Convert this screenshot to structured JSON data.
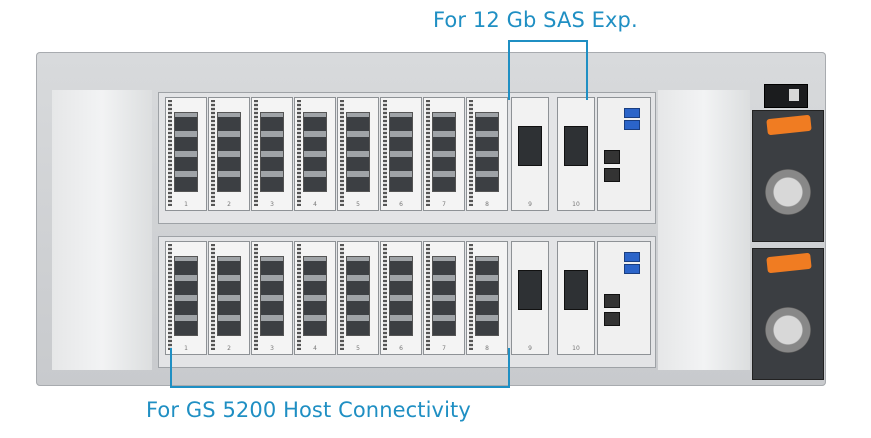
{
  "labels": {
    "top": "For 12 Gb SAS Exp.",
    "bottom": "For GS 5200 Host Connectivity"
  },
  "colors": {
    "callout": "#1f8fc3",
    "psu_lever": "#f07c22",
    "usb_port": "#2b64c9"
  },
  "slots": [
    "1",
    "2",
    "3",
    "4",
    "5",
    "6",
    "7",
    "8",
    "9",
    "10"
  ]
}
